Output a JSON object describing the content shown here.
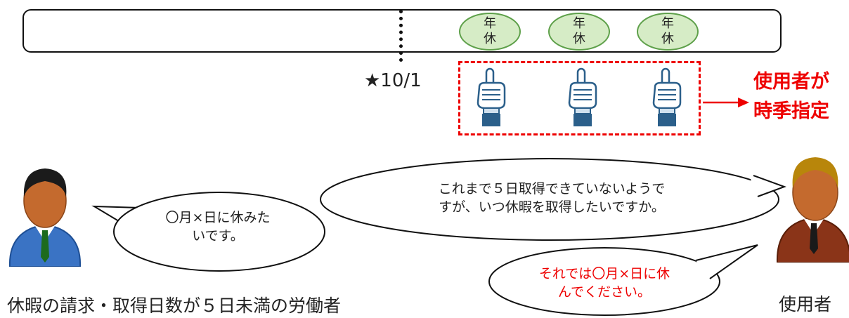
{
  "timeline": {
    "leave_label": [
      "年",
      "休"
    ],
    "leave_count": 3,
    "date_marker": "★10/1"
  },
  "designation": {
    "line1": "使用者が",
    "line2": "時季指定",
    "color": "#e00000"
  },
  "worker": {
    "speech_line1": "〇月×日に休みた",
    "speech_line2": "いです。",
    "caption": "休暇の請求・取得日数が５日未満の労働者"
  },
  "employer": {
    "question_line1": "これまで５日取得できていないようで",
    "question_line2": "すが、いつ休暇を取得したいですか。",
    "reply_line1": "それでは〇月×日に休",
    "reply_line2": "んでください。",
    "caption": "使用者"
  },
  "colors": {
    "leave_fill": "#d6ecc6",
    "leave_border": "#5ea04a",
    "accent_red": "#e00000",
    "worker_suit": "#3a73c4",
    "employer_suit": "#8a3418"
  }
}
